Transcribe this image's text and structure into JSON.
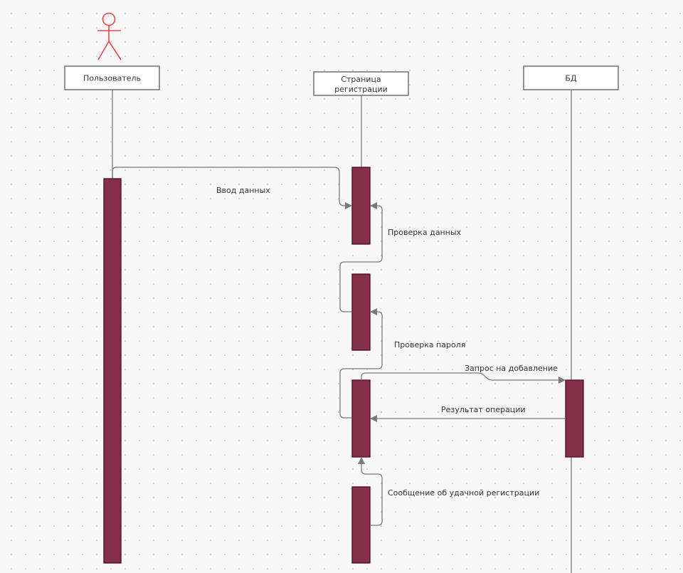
{
  "diagram": {
    "type": "sequence",
    "actor_icon": "stick-figure-icon",
    "colors": {
      "actor": "#e5484d",
      "activation_fill": "#862f4b",
      "activation_stroke": "#4a1026",
      "line": "#7a7a7a",
      "box_stroke": "#707070",
      "box_fill": "#ffffff",
      "text": "#333333",
      "background": "#f7f7f7",
      "grid_dot": "#cfcfcf"
    },
    "participants": {
      "user": "Пользователь",
      "page_line1": "Страница",
      "page_line2": "регистрации",
      "db": "БД"
    },
    "messages": {
      "input": "Ввод данных",
      "check_data": "Проверка данных",
      "check_password": "Проверка пароля",
      "add_request": "Запрос на добавление",
      "result": "Результат операции",
      "success": "Сообщение об удачной регистрации"
    }
  }
}
